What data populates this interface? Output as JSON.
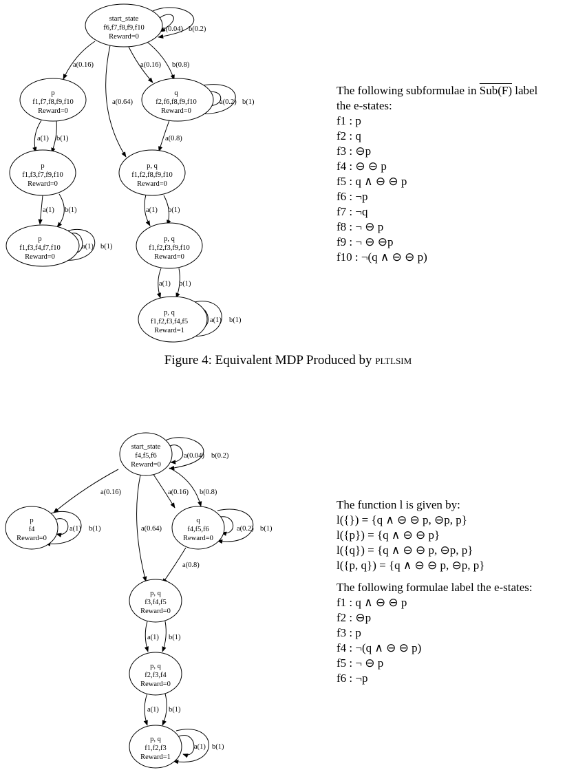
{
  "diagram1": {
    "nodes": [
      {
        "id": "d1_s",
        "lines": [
          "start_state",
          "f6,f7,f8,f9,f10",
          "Reward=0"
        ]
      },
      {
        "id": "d1_p",
        "lines": [
          "p",
          "f1,f7,f8,f9,f10",
          "Reward=0"
        ]
      },
      {
        "id": "d1_q",
        "lines": [
          "q",
          "f2,f6,f8,f9,f10",
          "Reward=0"
        ]
      },
      {
        "id": "d1_p2",
        "lines": [
          "p",
          "f1,f3,f7,f9,f10",
          "Reward=0"
        ]
      },
      {
        "id": "d1_pq1",
        "lines": [
          "p, q",
          "f1,f2,f8,f9,f10",
          "Reward=0"
        ]
      },
      {
        "id": "d1_p3",
        "lines": [
          "p",
          "f1,f3,f4,f7,f10",
          "Reward=0"
        ]
      },
      {
        "id": "d1_pq2",
        "lines": [
          "p, q",
          "f1,f2,f3,f9,f10",
          "Reward=0"
        ]
      },
      {
        "id": "d1_pq3",
        "lines": [
          "p, q",
          "f1,f2,f3,f4,f5",
          "Reward=1"
        ]
      }
    ],
    "edges": [
      {
        "id": "d1_e1",
        "label": "a(0.04)"
      },
      {
        "id": "d1_e2",
        "label": "b(0.2)"
      },
      {
        "id": "d1_e3",
        "label": "a(0.16)"
      },
      {
        "id": "d1_e4",
        "label": "a(0.16)"
      },
      {
        "id": "d1_e5",
        "label": "b(0.8)"
      },
      {
        "id": "d1_e6",
        "label": "a(0.64)"
      },
      {
        "id": "d1_e7",
        "label": "a(0.2)"
      },
      {
        "id": "d1_e8",
        "label": "b(1)"
      },
      {
        "id": "d1_e9",
        "label": "a(1)"
      },
      {
        "id": "d1_e10",
        "label": "b(1)"
      },
      {
        "id": "d1_e11",
        "label": "a(0.8)"
      },
      {
        "id": "d1_e12",
        "label": "a(1)"
      },
      {
        "id": "d1_e13",
        "label": "b(1)"
      },
      {
        "id": "d1_e14",
        "label": "a(1)"
      },
      {
        "id": "d1_e15",
        "label": "b(1)"
      },
      {
        "id": "d1_e16",
        "label": "a(1)"
      },
      {
        "id": "d1_e17",
        "label": "b(1)"
      },
      {
        "id": "d1_e18",
        "label": "a(1)"
      },
      {
        "id": "d1_e19",
        "label": "b(1)"
      },
      {
        "id": "d1_e20",
        "label": "a(1)"
      },
      {
        "id": "d1_e21",
        "label": "b(1)"
      }
    ]
  },
  "legend1": {
    "intro_prefix": "The following subformulae in",
    "intro_overline": "Sub(F)",
    "intro_suffix": "label",
    "intro_line2": "the e-states:",
    "items": [
      "f1 : p",
      "f2 : q",
      "f3 : ⊖p",
      "f4 : ⊖ ⊖ p",
      "f5 : q ∧ ⊖ ⊖ p",
      "f6 : ¬p",
      "f7 : ¬q",
      "f8 : ¬ ⊖ p",
      "f9 : ¬ ⊖ ⊖p",
      "f10 : ¬(q ∧ ⊖ ⊖ p)"
    ]
  },
  "caption": {
    "prefix": "Figure 4: Equivalent MDP Produced by",
    "tool": "pltlsim"
  },
  "diagram2": {
    "nodes": [
      {
        "id": "d2_s",
        "lines": [
          "start_state",
          "f4,f5,f6",
          "Reward=0"
        ]
      },
      {
        "id": "d2_p",
        "lines": [
          "p",
          "f4",
          "Reward=0"
        ]
      },
      {
        "id": "d2_q",
        "lines": [
          "q",
          "f4,f5,f6",
          "Reward=0"
        ]
      },
      {
        "id": "d2_pq1",
        "lines": [
          "p, q",
          "f3,f4,f5",
          "Reward=0"
        ]
      },
      {
        "id": "d2_pq2",
        "lines": [
          "p, q",
          "f2,f3,f4",
          "Reward=0"
        ]
      },
      {
        "id": "d2_pq3",
        "lines": [
          "p, q",
          "f1,f2,f3",
          "Reward=1"
        ]
      }
    ],
    "edges": [
      {
        "id": "d2_e1",
        "label": "a(0.04)"
      },
      {
        "id": "d2_e2",
        "label": "b(0.2)"
      },
      {
        "id": "d2_e3",
        "label": "a(0.16)"
      },
      {
        "id": "d2_e4",
        "label": "a(0.16)"
      },
      {
        "id": "d2_e5",
        "label": "b(0.8)"
      },
      {
        "id": "d2_e6",
        "label": "a(0.64)"
      },
      {
        "id": "d2_e7",
        "label": "a(1)"
      },
      {
        "id": "d2_e8",
        "label": "b(1)"
      },
      {
        "id": "d2_e9",
        "label": "a(0.2)"
      },
      {
        "id": "d2_e10",
        "label": "b(1)"
      },
      {
        "id": "d2_e11",
        "label": "a(0.8)"
      },
      {
        "id": "d2_e12",
        "label": "a(1)"
      },
      {
        "id": "d2_e13",
        "label": "b(1)"
      },
      {
        "id": "d2_e14",
        "label": "a(1)"
      },
      {
        "id": "d2_e15",
        "label": "b(1)"
      },
      {
        "id": "d2_e16",
        "label": "a(1)"
      },
      {
        "id": "d2_e17",
        "label": "b(1)"
      }
    ]
  },
  "legend2": {
    "l_title": "The function l is given by:",
    "l_items": [
      "l({}) = {q ∧ ⊖ ⊖ p, ⊖p, p}",
      "l({p}) = {q ∧ ⊖ ⊖ p}",
      "l({q}) = {q ∧ ⊖ ⊖ p, ⊖p, p}",
      "l({p, q}) = {q ∧ ⊖ ⊖ p, ⊖p, p}"
    ],
    "f_title": "The following formulae label the e-states:",
    "f_items": [
      "f1 : q ∧ ⊖ ⊖ p",
      "f2 : ⊖p",
      "f3 : p",
      "f4 : ¬(q ∧ ⊖ ⊖ p)",
      "f5 : ¬ ⊖ p",
      "f6 : ¬p"
    ]
  }
}
